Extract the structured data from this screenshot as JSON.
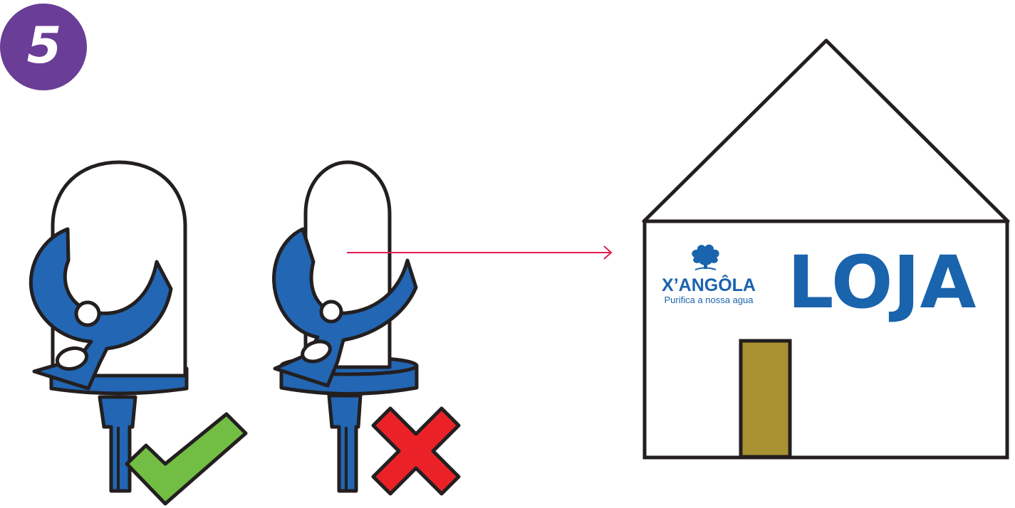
{
  "step": {
    "number": "5"
  },
  "store": {
    "brand_name": "X’ANGÔLA",
    "brand_tagline": "Purifica a nossa agua",
    "sign_text": "LOJA"
  },
  "colors": {
    "badge": "#6a3d96",
    "tool_blue": "#2266b4",
    "outline": "#231f20",
    "check_green": "#72be44",
    "cross_red": "#ea2228",
    "arrow_red": "#e21f4d",
    "door_olive": "#a89131",
    "brand_blue": "#1a63ad"
  },
  "icons": {
    "correct": "check-mark-icon",
    "incorrect": "cross-mark-icon"
  }
}
